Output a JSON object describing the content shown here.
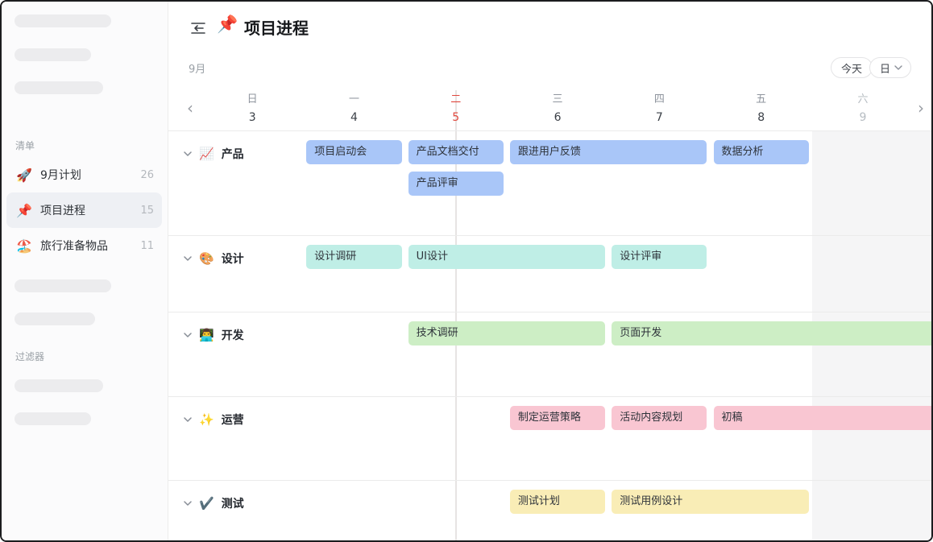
{
  "sidebar": {
    "lists_label": "清单",
    "filters_label": "过滤器",
    "lists": [
      {
        "icon": "🚀",
        "label": "9月计划",
        "count": "26",
        "selected": false
      },
      {
        "icon": "📌",
        "label": "项目进程",
        "count": "15",
        "selected": true
      },
      {
        "icon": "🏖️",
        "label": "旅行准备物品",
        "count": "11",
        "selected": false
      }
    ]
  },
  "header": {
    "list_icon": "📌",
    "title": "项目进程",
    "month_label": "9月",
    "today_button": "今天",
    "view_mode": "日"
  },
  "timeline": {
    "days": [
      {
        "weekday": "日",
        "date": "3",
        "state": "normal"
      },
      {
        "weekday": "一",
        "date": "4",
        "state": "normal"
      },
      {
        "weekday": "二",
        "date": "5",
        "state": "today"
      },
      {
        "weekday": "三",
        "date": "6",
        "state": "normal"
      },
      {
        "weekday": "四",
        "date": "7",
        "state": "normal"
      },
      {
        "weekday": "五",
        "date": "8",
        "state": "normal"
      },
      {
        "weekday": "六",
        "date": "9",
        "state": "weekend"
      }
    ],
    "colors": {
      "today_accent": "#e0473d",
      "weekend_bg": "#f5f5f6",
      "product_bar": "#a9c6f8",
      "design_bar": "#bfeee6",
      "dev_bar": "#cdeec5",
      "ops_bar": "#f9c6d2",
      "test_bar": "#f9edb6"
    },
    "groups": [
      {
        "icon": "📈",
        "name": "产品",
        "bar_color": "#a9c6f8",
        "tasks": [
          {
            "label": "项目启动会",
            "start": 1,
            "end": 1,
            "row": 0,
            "overflow": false
          },
          {
            "label": "产品文档交付",
            "start": 2,
            "end": 2,
            "row": 0,
            "overflow": false
          },
          {
            "label": "跟进用户反馈",
            "start": 3,
            "end": 4,
            "row": 0,
            "overflow": false
          },
          {
            "label": "数据分析",
            "start": 5,
            "end": 5,
            "row": 0,
            "overflow": false
          },
          {
            "label": "产品评审",
            "start": 2,
            "end": 2,
            "row": 1,
            "overflow": false
          }
        ]
      },
      {
        "icon": "🎨",
        "name": "设计",
        "bar_color": "#bfeee6",
        "tasks": [
          {
            "label": "设计调研",
            "start": 1,
            "end": 1,
            "row": 0,
            "overflow": false
          },
          {
            "label": "UI设计",
            "start": 2,
            "end": 3,
            "row": 0,
            "overflow": false
          },
          {
            "label": "设计评审",
            "start": 4,
            "end": 4,
            "row": 0,
            "overflow": false
          }
        ]
      },
      {
        "icon": "👨‍💻",
        "name": "开发",
        "bar_color": "#cdeec5",
        "tasks": [
          {
            "label": "技术调研",
            "start": 2,
            "end": 3,
            "row": 0,
            "overflow": false
          },
          {
            "label": "页面开发",
            "start": 4,
            "end": 6,
            "row": 0,
            "overflow": true
          }
        ]
      },
      {
        "icon": "✨",
        "name": "运营",
        "bar_color": "#f9c6d2",
        "tasks": [
          {
            "label": "制定运营策略",
            "start": 3,
            "end": 3,
            "row": 0,
            "overflow": false
          },
          {
            "label": "活动内容规划",
            "start": 4,
            "end": 4,
            "row": 0,
            "overflow": false
          },
          {
            "label": "初稿",
            "start": 5,
            "end": 6,
            "row": 0,
            "overflow": true
          }
        ]
      },
      {
        "icon": "✔️",
        "name": "测试",
        "bar_color": "#f9edb6",
        "tasks": [
          {
            "label": "测试计划",
            "start": 3,
            "end": 3,
            "row": 0,
            "overflow": false
          },
          {
            "label": "测试用例设计",
            "start": 4,
            "end": 5,
            "row": 0,
            "overflow": false
          }
        ]
      }
    ]
  }
}
